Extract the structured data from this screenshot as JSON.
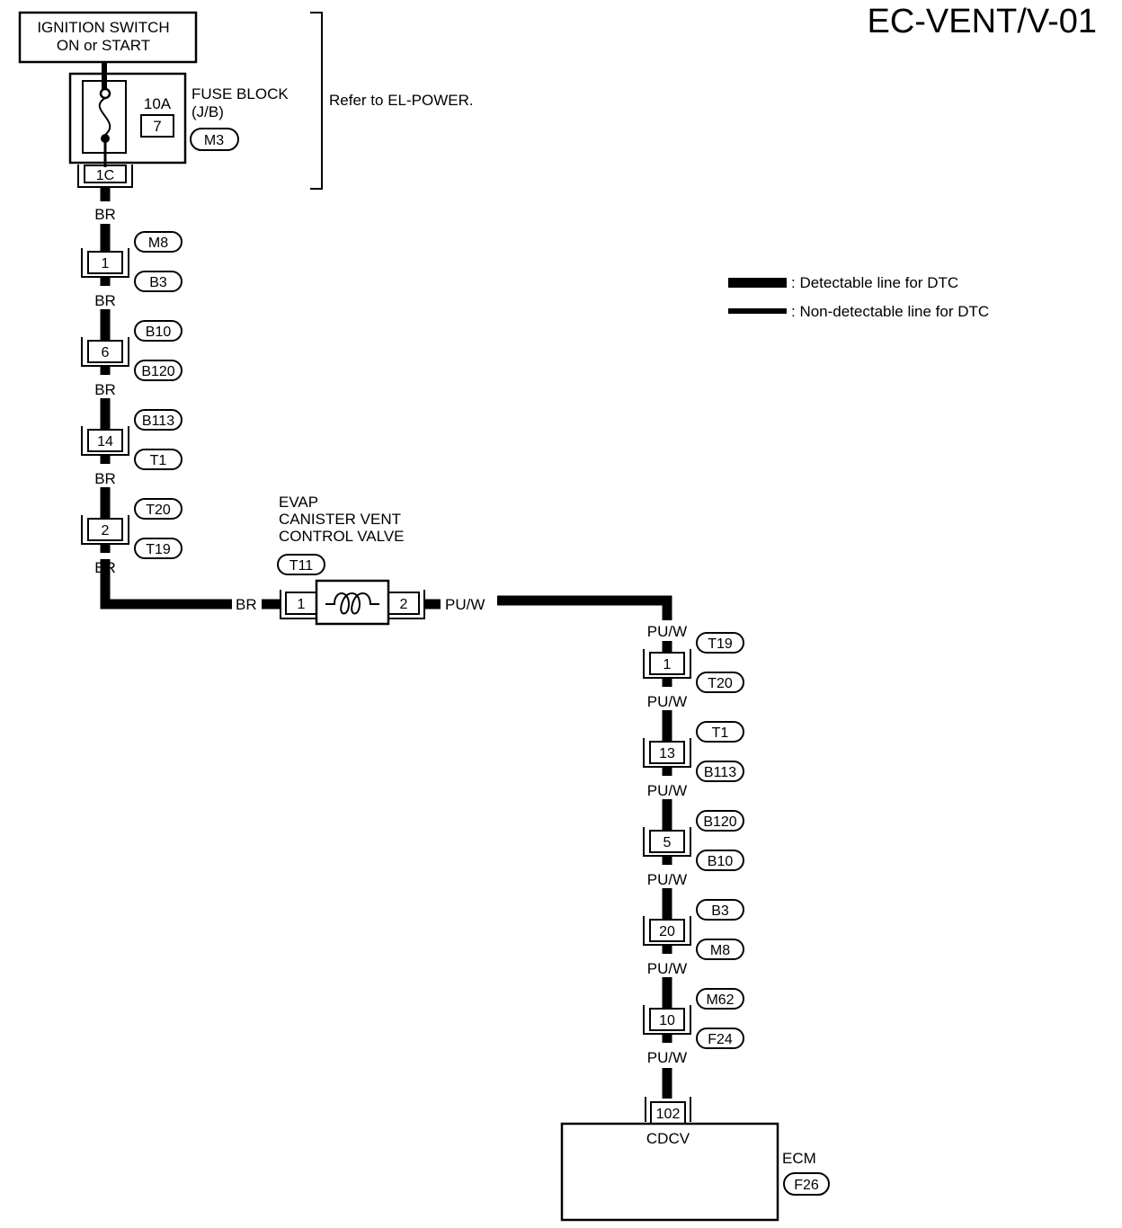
{
  "title": "EC-VENT/V-01",
  "ignition": {
    "line1": "IGNITION SWITCH",
    "line2": "ON or START"
  },
  "fuse_block": {
    "label": "FUSE BLOCK",
    "sublabel": "(J/B)",
    "amperage": "10A",
    "fuse_number": "7",
    "connector": "M3",
    "terminal": "1C"
  },
  "refer_note": "Refer to EL-POWER.",
  "legend": {
    "detectable": ": Detectable line for DTC",
    "non_detectable": ": Non-detectable line for DTC"
  },
  "left_branch": {
    "wire_color": "BR",
    "connectors": [
      {
        "pin": "1",
        "top": "M8",
        "bottom": "B3"
      },
      {
        "pin": "6",
        "top": "B10",
        "bottom": "B120"
      },
      {
        "pin": "14",
        "top": "B113",
        "bottom": "T1"
      },
      {
        "pin": "2",
        "top": "T20",
        "bottom": "T19"
      }
    ]
  },
  "valve": {
    "line1": "EVAP",
    "line2": "CANISTER VENT",
    "line3": "CONTROL VALVE",
    "connector": "T11",
    "pin_in": "1",
    "pin_out": "2",
    "wire_in": "BR",
    "wire_out": "PU/W"
  },
  "right_branch": {
    "wire_color": "PU/W",
    "connectors": [
      {
        "pin": "1",
        "top": "T19",
        "bottom": "T20"
      },
      {
        "pin": "13",
        "top": "T1",
        "bottom": "B113"
      },
      {
        "pin": "5",
        "top": "B120",
        "bottom": "B10"
      },
      {
        "pin": "20",
        "top": "B3",
        "bottom": "M8"
      },
      {
        "pin": "10",
        "top": "M62",
        "bottom": "F24"
      }
    ]
  },
  "ecm": {
    "label": "ECM",
    "connector": "F26",
    "pin": "102",
    "terminal_name": "CDCV"
  }
}
